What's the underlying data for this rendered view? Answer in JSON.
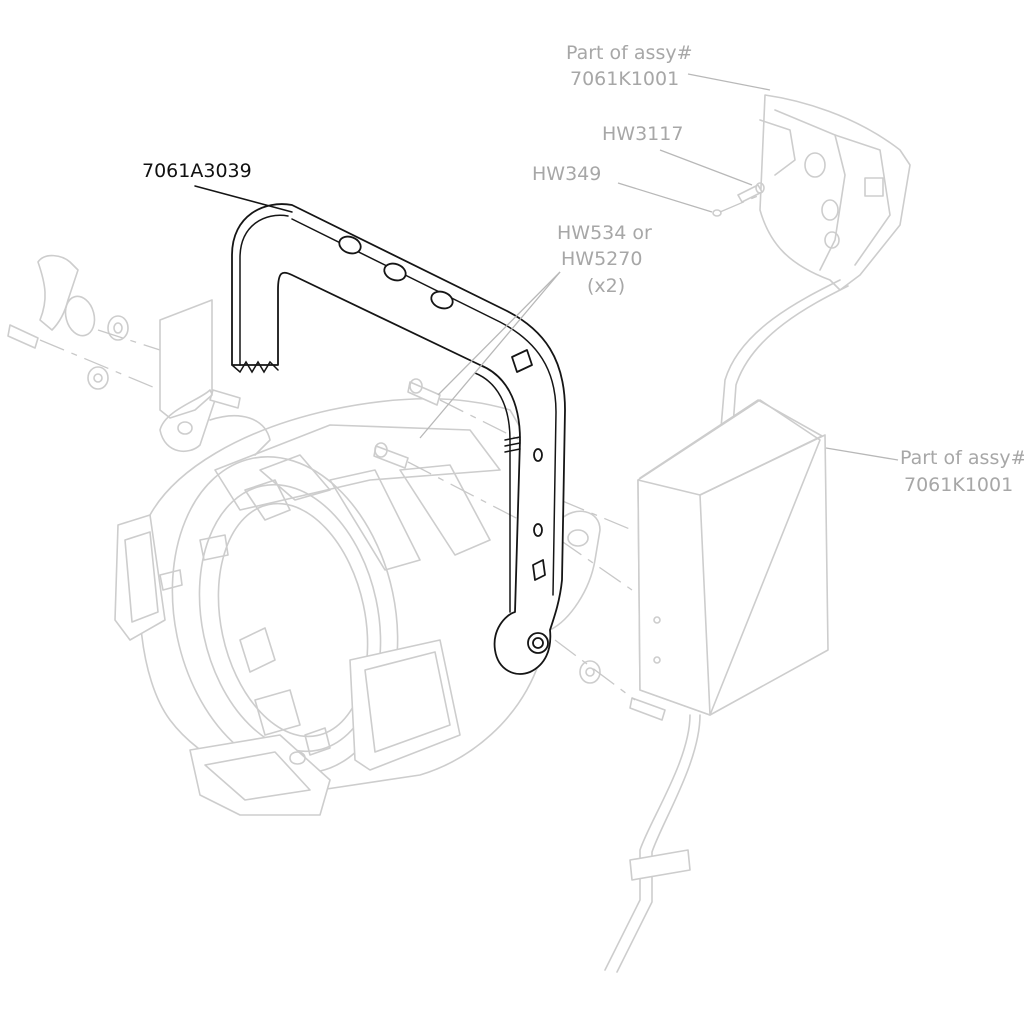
{
  "diagram": {
    "main_part": {
      "number": "7061A3039",
      "color": "#111111"
    },
    "callouts": [
      {
        "id": "ignitor-assy",
        "lines": [
          "Part of assy#",
          "7061K1001"
        ]
      },
      {
        "id": "hw3117",
        "lines": [
          "HW3117"
        ]
      },
      {
        "id": "hw349",
        "lines": [
          "HW349"
        ]
      },
      {
        "id": "hw534",
        "lines": [
          "HW534 or",
          "HW5270",
          "(x2)"
        ]
      },
      {
        "id": "ballast-assy",
        "lines": [
          "Part of assy#",
          "7061K1001"
        ]
      }
    ],
    "colors": {
      "ghost_line": "#cdcdcd",
      "callout_text": "#a7a7a7",
      "highlight_line": "#151515"
    }
  }
}
